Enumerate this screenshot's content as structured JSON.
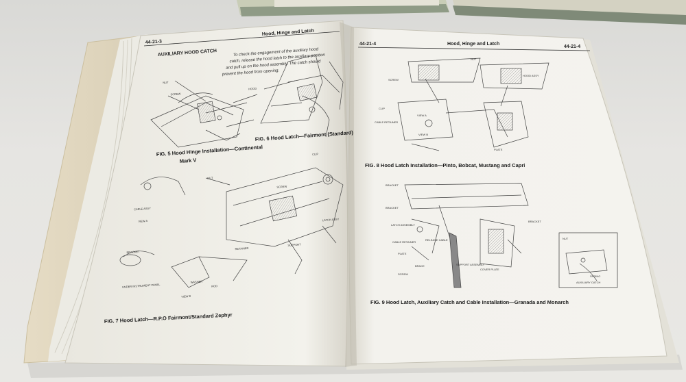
{
  "left_page": {
    "header_number": "44-21-3",
    "header_title": "Hood, Hinge and Latch",
    "section_heading": "AUXILIARY HOOD CATCH",
    "body_lines": [
      "To check the engagement of the auxiliary hood",
      "catch, release the hood latch to the auxiliary position",
      "and pull up on the hood assembly. The catch should",
      "prevent the hood from opening."
    ],
    "fig5_caption_line1": "FIG. 5  Hood Hinge Installation—Continental",
    "fig5_caption_line2": "Mark V",
    "fig6_caption": "FIG. 6  Hood Latch—Fairmont (Standard)",
    "fig7_caption": "FIG. 7  Hood Latch—R.P.O Fairmont/Standard Zephyr",
    "labels": {
      "nut": "NUT",
      "screw": "SCREW",
      "clip": "CLIP",
      "bracket": "BRACKET",
      "cable_assy": "CABLE ASSY",
      "latch_assy": "LATCH ASSY",
      "support": "SUPPORT",
      "retainer": "RETAINER",
      "rod": "ROD",
      "washer": "WASHER",
      "under_panel": "UNDER INSTRUMENT PANEL",
      "view_a": "VIEW A",
      "view_b": "VIEW B",
      "hood": "HOOD"
    }
  },
  "right_page": {
    "header_number_left": "44-21-4",
    "header_title": "Hood, Hinge and Latch",
    "header_number_right": "44-21-4",
    "fig8_caption": "FIG. 8  Hood Latch Installation—Pinto, Bobcat, Mustang and Capri",
    "fig9_caption": "FIG. 9  Hood Latch, Auxiliary Catch and Cable Installation—Granada and Monarch",
    "labels": {
      "nut": "NUT",
      "screw": "SCREW",
      "clip": "CLIP",
      "bracket": "BRACKET",
      "latch_assembly": "LATCH ASSEMBLY",
      "cable_retainer": "CABLE RETAINER",
      "release_cable": "RELEASE CABLE",
      "plate": "PLATE",
      "brace": "BRACE",
      "support_assembly": "SUPPORT ASSEMBLY",
      "cover_plate": "COVER PLATE",
      "spring": "SPRING",
      "auxiliary_catch": "AUXILIARY CATCH",
      "hood_assy": "HOOD ASSY",
      "view_a": "VIEW A",
      "view_b": "VIEW B"
    }
  },
  "colors": {
    "page": "#f4f3ee",
    "ink": "#2a2a2a",
    "binder": "#e3d9c2",
    "table": "#e6e5e2"
  }
}
